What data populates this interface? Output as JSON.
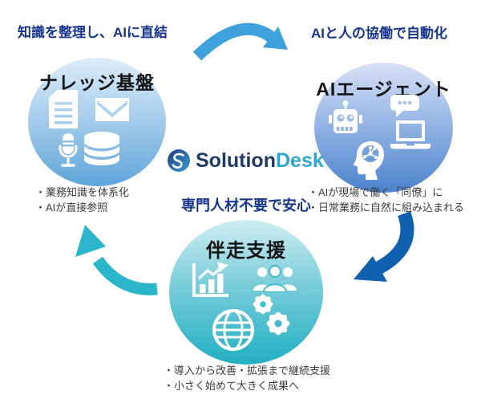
{
  "diagram": {
    "labels": {
      "top_left": "知識を整理し、AIに直結",
      "top_right": "AIと人の協働で自動化",
      "center": "専門人材不要で安心"
    },
    "logo": {
      "mark": "s-swirl-icon",
      "primary": "Solution",
      "secondary": "Desk"
    },
    "nodes": [
      {
        "id": "knowledge-base",
        "title": "ナレッジ基盤",
        "icons": [
          "document-icon",
          "envelope-icon",
          "microphone-icon",
          "database-icon"
        ],
        "bullets": [
          "・業務知識を体系化",
          "・AIが直接参照"
        ]
      },
      {
        "id": "ai-agent",
        "title": "AIエージェント",
        "icons": [
          "robot-icon",
          "chat-bubble-icon",
          "laptop-icon",
          "ai-head-icon"
        ],
        "bullets": [
          "・AIが現場で働く「同僚」に",
          "・日常業務に自然に組み込まれる"
        ]
      },
      {
        "id": "hands-on-support",
        "title": "伴走支援",
        "icons": [
          "bar-chart-icon",
          "people-icon",
          "globe-icon",
          "gears-icon"
        ],
        "bullets": [
          "・導入から改善・拡張まで継続支援",
          "・小さく始めて大きく成果へ"
        ]
      }
    ],
    "arrows": [
      {
        "id": "knowledge-to-agent",
        "color": "#3fa1dc"
      },
      {
        "id": "agent-to-support",
        "color": "#0f60ae"
      },
      {
        "id": "support-to-knowledge",
        "color": "#2bb5ca"
      }
    ],
    "colors": {
      "label_text": "#16368e",
      "logo_primary": "#203a68",
      "logo_secondary": "#2ba7d2",
      "bullet_text": "#3c3c3c",
      "circle_knowledge_bottom": "#5ea5da",
      "circle_agent_bottom": "#4a83cd",
      "circle_support_bottom": "#22afc3"
    }
  }
}
